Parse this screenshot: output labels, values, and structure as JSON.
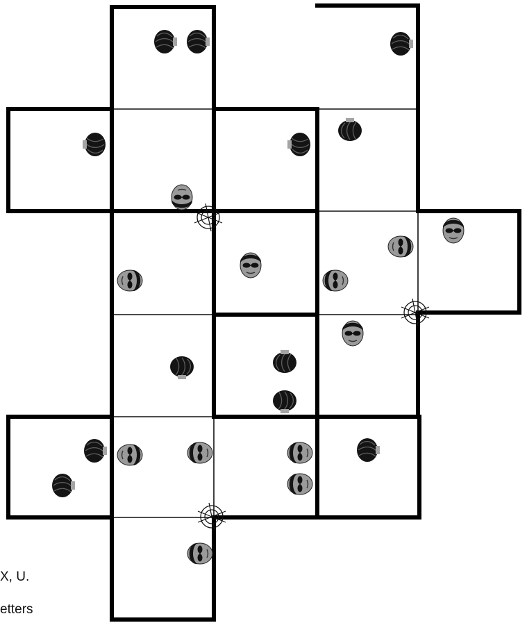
{
  "puzzle": {
    "caption_lines": [
      "",
      "",
      "X, U.",
      "etters"
    ],
    "colors": {
      "wall": "#000000",
      "grid": "#111111",
      "hair": "#141414",
      "face": "#9a9a9a",
      "lens": "#111111"
    },
    "cells": [
      {
        "id": "r0c1",
        "row": 0,
        "col": 1
      },
      {
        "id": "r0c3",
        "row": 0,
        "col": 3
      },
      {
        "id": "r1c0",
        "row": 1,
        "col": 0
      },
      {
        "id": "r1c1",
        "row": 1,
        "col": 1
      },
      {
        "id": "r1c2",
        "row": 1,
        "col": 2
      },
      {
        "id": "r1c3",
        "row": 1,
        "col": 3
      },
      {
        "id": "r2c1",
        "row": 2,
        "col": 1
      },
      {
        "id": "r2c2",
        "row": 2,
        "col": 2
      },
      {
        "id": "r2c3",
        "row": 2,
        "col": 3
      },
      {
        "id": "r2c4",
        "row": 2,
        "col": 4
      },
      {
        "id": "r3c1",
        "row": 3,
        "col": 1
      },
      {
        "id": "r3c2",
        "row": 3,
        "col": 2
      },
      {
        "id": "r3c3",
        "row": 3,
        "col": 3
      },
      {
        "id": "r4c0",
        "row": 4,
        "col": 0
      },
      {
        "id": "r4c1",
        "row": 4,
        "col": 1
      },
      {
        "id": "r4c2",
        "row": 4,
        "col": 2
      },
      {
        "id": "r4c3",
        "row": 4,
        "col": 3
      },
      {
        "id": "r5c1",
        "row": 5,
        "col": 1
      }
    ],
    "regions": [
      {
        "id": "region-a",
        "cells": [
          "r0c1",
          "r1c1"
        ]
      },
      {
        "id": "region-b",
        "cells": [
          "r0c3",
          "r1c3",
          "r2c3",
          "r2c4",
          "r3c3"
        ]
      },
      {
        "id": "region-c",
        "cells": [
          "r1c0"
        ]
      },
      {
        "id": "region-d",
        "cells": [
          "r1c2"
        ]
      },
      {
        "id": "region-e",
        "cells": [
          "r2c1",
          "r3c1",
          "r4c1",
          "r4c2",
          "r5c1"
        ]
      },
      {
        "id": "region-f",
        "cells": [
          "r2c2"
        ]
      },
      {
        "id": "region-g",
        "cells": [
          "r3c2"
        ]
      },
      {
        "id": "region-h",
        "cells": [
          "r4c0"
        ]
      },
      {
        "id": "region-i",
        "cells": [
          "r4c3"
        ]
      }
    ],
    "heads": [
      {
        "cell": "r0c1",
        "kind": "back",
        "facing": "right"
      },
      {
        "cell": "r0c1",
        "kind": "back",
        "facing": "right"
      },
      {
        "cell": "r0c3",
        "kind": "back",
        "facing": "right"
      },
      {
        "cell": "r1c0",
        "kind": "back",
        "facing": "left"
      },
      {
        "cell": "r1c1",
        "kind": "face",
        "facing": "up"
      },
      {
        "cell": "r1c2",
        "kind": "back",
        "facing": "left"
      },
      {
        "cell": "r1c3",
        "kind": "back",
        "facing": "up"
      },
      {
        "cell": "r2c1",
        "kind": "face",
        "facing": "right"
      },
      {
        "cell": "r2c2",
        "kind": "face",
        "facing": "down"
      },
      {
        "cell": "r2c3",
        "kind": "face",
        "facing": "left"
      },
      {
        "cell": "r2c3",
        "kind": "face",
        "facing": "right"
      },
      {
        "cell": "r2c4",
        "kind": "face",
        "facing": "down"
      },
      {
        "cell": "r3c1",
        "kind": "back",
        "facing": "down"
      },
      {
        "cell": "r3c2",
        "kind": "back",
        "facing": "up"
      },
      {
        "cell": "r3c2",
        "kind": "back",
        "facing": "down"
      },
      {
        "cell": "r3c3",
        "kind": "face",
        "facing": "down"
      },
      {
        "cell": "r4c0",
        "kind": "back",
        "facing": "right"
      },
      {
        "cell": "r4c0",
        "kind": "back",
        "facing": "right"
      },
      {
        "cell": "r4c1",
        "kind": "face",
        "facing": "right"
      },
      {
        "cell": "r4c1",
        "kind": "face",
        "facing": "left"
      },
      {
        "cell": "r4c2",
        "kind": "face",
        "facing": "left"
      },
      {
        "cell": "r4c2",
        "kind": "face",
        "facing": "left"
      },
      {
        "cell": "r4c3",
        "kind": "back",
        "facing": "right"
      },
      {
        "cell": "r5c1",
        "kind": "face",
        "facing": "left"
      }
    ],
    "crosshair_markers": [
      {
        "kind": "target"
      },
      {
        "kind": "target"
      },
      {
        "kind": "target"
      }
    ]
  }
}
